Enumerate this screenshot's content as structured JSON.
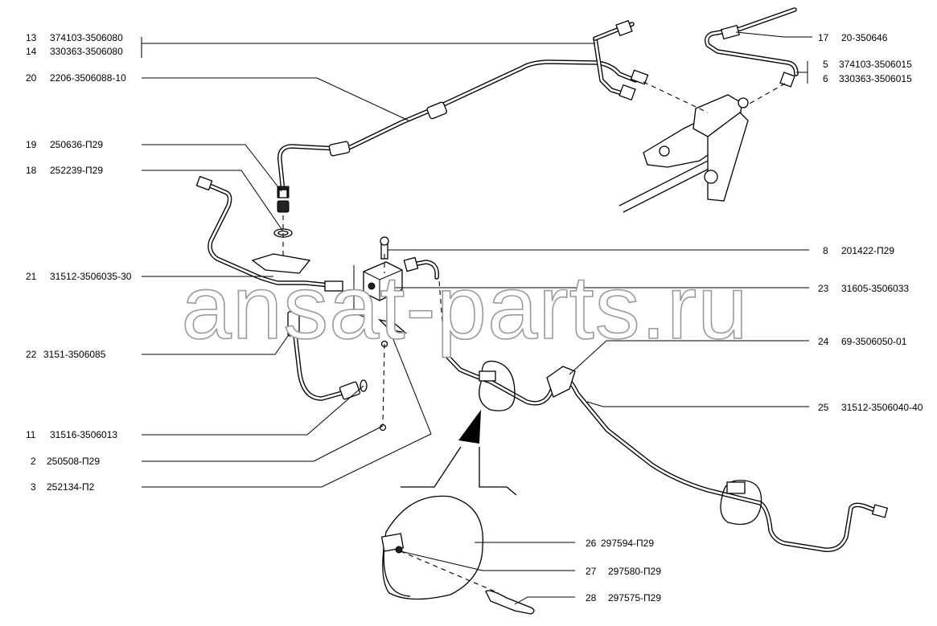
{
  "watermark": "ansat-parts.ru",
  "callouts": [
    {
      "num": "13",
      "code": "374103-3506080"
    },
    {
      "num": "14",
      "code": "330363-3506080"
    },
    {
      "num": "20",
      "code": "2206-3506088-10"
    },
    {
      "num": "19",
      "code": "250636-П29"
    },
    {
      "num": "18",
      "code": "252239-П29"
    },
    {
      "num": "21",
      "code": "31512-3506035-30"
    },
    {
      "num": "22",
      "code": "3151-3506085"
    },
    {
      "num": "11",
      "code": "31516-3506013"
    },
    {
      "num": "2",
      "code": "250508-П29"
    },
    {
      "num": "3",
      "code": "252134-П2"
    },
    {
      "num": "17",
      "code": "20-350646"
    },
    {
      "num": "5",
      "code": "374103-3506015"
    },
    {
      "num": "6",
      "code": "330363-3506015"
    },
    {
      "num": "8",
      "code": "201422-П29"
    },
    {
      "num": "23",
      "code": "31605-3506033"
    },
    {
      "num": "24",
      "code": "69-3506050-01"
    },
    {
      "num": "25",
      "code": "31512-3506040-40"
    },
    {
      "num": "26",
      "code": "297594-П29"
    },
    {
      "num": "27",
      "code": "297580-П29"
    },
    {
      "num": "28",
      "code": "297575-П29"
    }
  ]
}
